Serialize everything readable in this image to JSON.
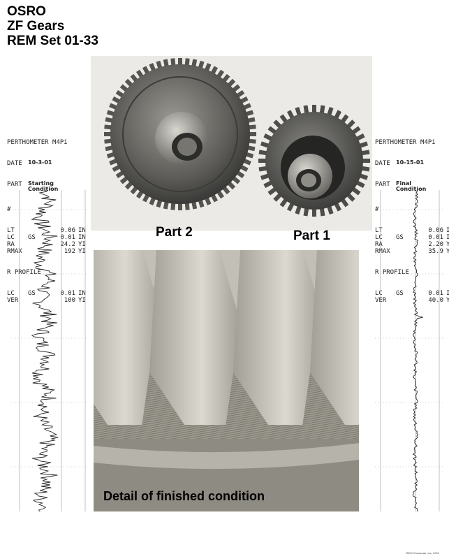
{
  "title": {
    "line1": "OSRO",
    "line2": "ZF Gears",
    "line3": "REM Set 01-33"
  },
  "left_readout": {
    "device": "PERTHOMETER M4Pi",
    "date_label": "DATE",
    "date": "10-3-01",
    "part_label": "PART",
    "part_value": "Starting\nCondition",
    "hash": "#",
    "rows": [
      {
        "k": "LT",
        "sub": "",
        "v": "0.06",
        "u": "IN"
      },
      {
        "k": "LC",
        "sub": "GS",
        "v": "0.01",
        "u": "IN"
      },
      {
        "k": "RA",
        "sub": "",
        "v": "24.2",
        "u": "YI"
      },
      {
        "k": "RMAX",
        "sub": "",
        "v": "192",
        "u": "YI"
      }
    ],
    "profile_label": "R PROFILE",
    "rows2": [
      {
        "k": "LC",
        "sub": "GS",
        "v": "0.01",
        "u": "IN"
      },
      {
        "k": "VER",
        "sub": "",
        "v": "100",
        "u": "YI"
      }
    ]
  },
  "right_readout": {
    "device": "PERTHOMETER M4Pi",
    "date_label": "DATE",
    "date": "10-15-01",
    "part_label": "PART",
    "part_value": "Final\nCondition",
    "hash": "#",
    "rows": [
      {
        "k": "LT",
        "sub": "",
        "v": "0.06",
        "u": "IN"
      },
      {
        "k": "LC",
        "sub": "GS",
        "v": "0.01",
        "u": "IN"
      },
      {
        "k": "RA",
        "sub": "",
        "v": "2.20",
        "u": "YI"
      },
      {
        "k": "RMAX",
        "sub": "",
        "v": "35.9",
        "u": "YI"
      }
    ],
    "profile_label": "R PROFILE",
    "rows2": [
      {
        "k": "LC",
        "sub": "GS",
        "v": "0.01",
        "u": "IN"
      },
      {
        "k": "VER",
        "sub": "",
        "v": "40.0",
        "u": "YI"
      }
    ]
  },
  "captions": {
    "part2": "Part 2",
    "part1": "Part 1",
    "detail": "Detail of finished condition"
  },
  "footer": "REM Chemicals, Inc. 2001",
  "colors": {
    "metal_dark": "#4a4a48",
    "metal_mid": "#8c8b86",
    "metal_light": "#cfcdc6",
    "photo_bg": "#e9e8e4"
  }
}
